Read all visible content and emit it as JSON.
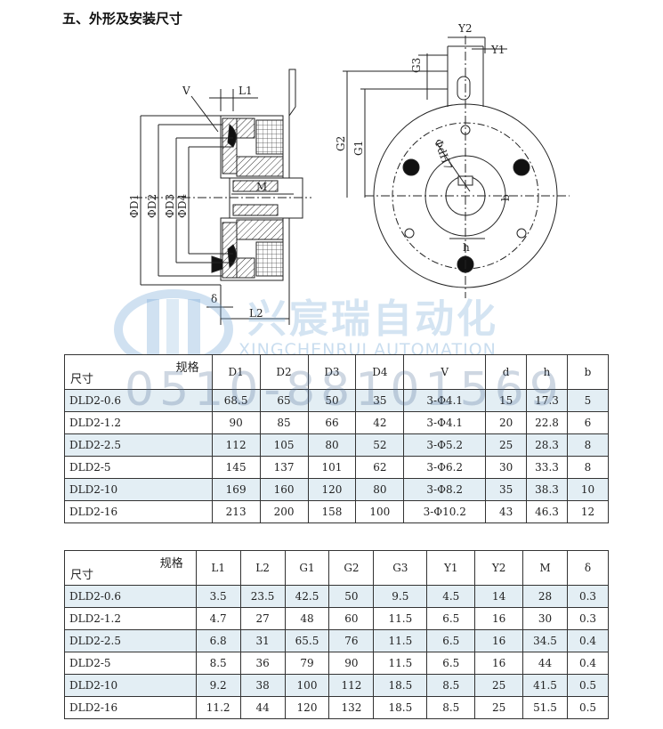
{
  "heading": "五、外形及安装尺寸",
  "drawing_labels": {
    "v": "V",
    "l1": "L1",
    "l2": "L2",
    "m": "M",
    "delta": "δ",
    "d1": "ΦD1",
    "d2": "ΦD2",
    "d3": "ΦD3",
    "d4": "ΦD4",
    "y1": "Y1",
    "y2": "Y2",
    "g1": "G1",
    "g2": "G2",
    "g3": "G3",
    "bore": "ΦdH7",
    "h": "h",
    "b": "b"
  },
  "watermark": {
    "name": "兴宸瑞自动化",
    "english": "XINGCHENRUI AUTOMATION",
    "phone": "0510-88101569"
  },
  "table1": {
    "corner_top": "规格",
    "corner_bottom": "尺寸",
    "headers": [
      "D1",
      "D2",
      "D3",
      "D4",
      "V",
      "d",
      "h",
      "b"
    ],
    "rows": [
      [
        "DLD2-0.6",
        "68.5",
        "65",
        "50",
        "35",
        "3-Φ4.1",
        "15",
        "17.3",
        "5"
      ],
      [
        "DLD2-1.2",
        "90",
        "85",
        "66",
        "42",
        "3-Φ4.1",
        "20",
        "22.8",
        "6"
      ],
      [
        "DLD2-2.5",
        "112",
        "105",
        "80",
        "52",
        "3-Φ5.2",
        "25",
        "28.3",
        "8"
      ],
      [
        "DLD2-5",
        "145",
        "137",
        "101",
        "62",
        "3-Φ6.2",
        "30",
        "33.3",
        "8"
      ],
      [
        "DLD2-10",
        "169",
        "160",
        "120",
        "80",
        "3-Φ8.2",
        "35",
        "38.3",
        "10"
      ],
      [
        "DLD2-16",
        "213",
        "200",
        "158",
        "100",
        "3-Φ10.2",
        "43",
        "46.3",
        "12"
      ]
    ]
  },
  "table2": {
    "corner_top": "规格",
    "corner_bottom": "尺寸",
    "headers": [
      "L1",
      "L2",
      "G1",
      "G2",
      "G3",
      "Y1",
      "Y2",
      "M",
      "δ"
    ],
    "rows": [
      [
        "DLD2-0.6",
        "3.5",
        "23.5",
        "42.5",
        "50",
        "9.5",
        "4.5",
        "14",
        "28",
        "0.3"
      ],
      [
        "DLD2-1.2",
        "4.7",
        "27",
        "48",
        "60",
        "11.5",
        "6.5",
        "16",
        "30",
        "0.3"
      ],
      [
        "DLD2-2.5",
        "6.8",
        "31",
        "65.5",
        "76",
        "11.5",
        "6.5",
        "16",
        "34.5",
        "0.4"
      ],
      [
        "DLD2-5",
        "8.5",
        "36",
        "79",
        "90",
        "11.5",
        "6.5",
        "16",
        "44",
        "0.4"
      ],
      [
        "DLD2-10",
        "9.2",
        "38",
        "100",
        "112",
        "18.5",
        "8.5",
        "25",
        "41.5",
        "0.5"
      ],
      [
        "DLD2-16",
        "11.2",
        "44",
        "120",
        "132",
        "18.5",
        "8.5",
        "25",
        "51.5",
        "0.5"
      ]
    ]
  }
}
